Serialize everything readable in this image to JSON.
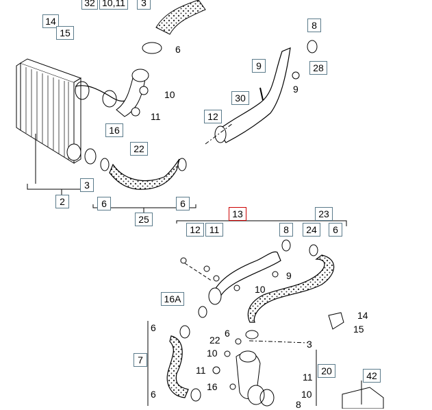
{
  "callouts": {
    "c32": "32",
    "c10_11": "10,11",
    "c3_top": "3",
    "c14_a": "14",
    "c15_a": "15",
    "c8_top": "8",
    "c9_top": "9",
    "c28": "28",
    "c30": "30",
    "c12_top": "12",
    "c16_top": "16",
    "c22_top": "22",
    "c3_left": "3",
    "c2": "2",
    "c6_l1": "6",
    "c6_l2": "6",
    "c25": "25",
    "c13": "13",
    "c23": "23",
    "c12_mid": "12",
    "c11_mid": "11",
    "c8_mid": "8",
    "c24": "24",
    "c6_mid": "6",
    "c16A": "16A",
    "c20": "20",
    "c7": "7",
    "c42": "42"
  },
  "labels": {
    "l6_a": "6",
    "l10_a": "10",
    "l11_a": "11",
    "l9_a": "9",
    "l9_mid": "9",
    "l10_mid": "10",
    "l14_b": "14",
    "l15_b": "15",
    "l6_b": "6",
    "l22_b": "22",
    "l3_b": "3",
    "l10_b": "10",
    "l11_b": "11",
    "l16_b": "16",
    "l8_b": "8",
    "l6_c": "6",
    "l6_d": "6",
    "l11_c": "11",
    "l10_c": "10"
  }
}
